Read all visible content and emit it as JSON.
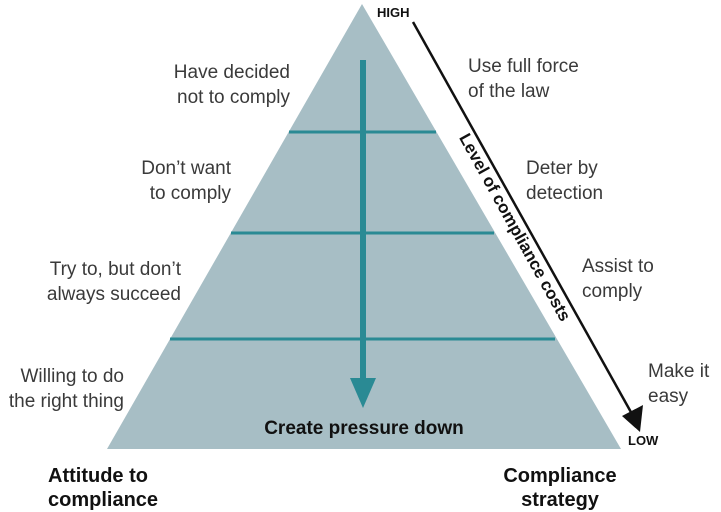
{
  "colors": {
    "pyramid": "#a7bec5",
    "band_line": "#2a8a94",
    "arrow": "#2a8a94"
  },
  "axis": {
    "high": "HIGH",
    "low": "LOW",
    "label": "Level of compliance costs"
  },
  "center_label": "Create pressure down",
  "attitudes": [
    {
      "line1": "Have decided",
      "line2": "not to comply"
    },
    {
      "line1": "Don’t want",
      "line2": "to comply"
    },
    {
      "line1": "Try to, but don’t",
      "line2": "always succeed"
    },
    {
      "line1": "Willing to do",
      "line2": "the right thing"
    }
  ],
  "strategies": [
    {
      "line1": "Use full force",
      "line2": "of the law"
    },
    {
      "line1": "Deter by",
      "line2": "detection"
    },
    {
      "line1": "Assist to",
      "line2": "comply"
    },
    {
      "line1": "Make it",
      "line2": "easy"
    }
  ],
  "footer": {
    "left": {
      "line1": "Attitude to",
      "line2": "compliance"
    },
    "right": {
      "line1": "Compliance",
      "line2": "strategy"
    }
  }
}
